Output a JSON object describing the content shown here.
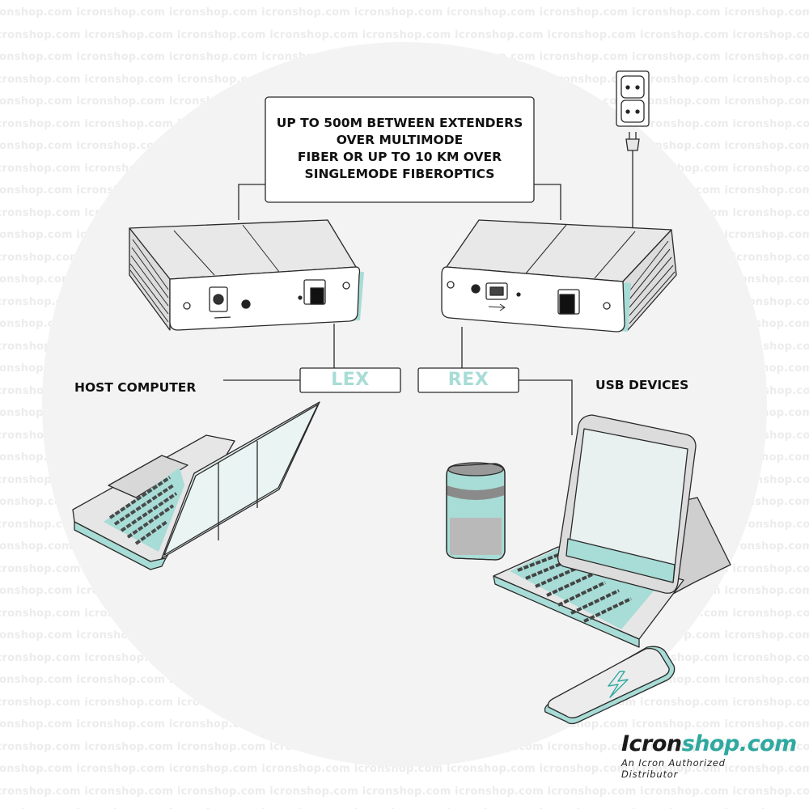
{
  "watermark": {
    "text": "icronshop.com"
  },
  "callout": {
    "lines": [
      "UP TO 500M BETWEEN EXTENDERS",
      "OVER MULTIMODE",
      "FIBER OR UP TO 10 KM OVER",
      "SINGLEMODE FIBEROPTICS"
    ]
  },
  "labels": {
    "host": "HOST COMPUTER",
    "usb": "USB DEVICES",
    "lex": "LEX",
    "rex": "REX"
  },
  "brand": {
    "name_part1": "Icron",
    "name_part2": "shop.com",
    "tagline": "An Icron Authorized Distributor"
  },
  "colors": {
    "accent": "#a8dcd6",
    "accent_dark": "#2fa9a0",
    "circle_bg": "#f3f3f3",
    "outline": "#2a2a2a",
    "device_fill": "#e6e6e6"
  },
  "icons": [
    "power-outlet-icon",
    "power-plug-icon",
    "usb-b-port-icon",
    "sfp-fiber-port-icon",
    "lightning-icon"
  ]
}
